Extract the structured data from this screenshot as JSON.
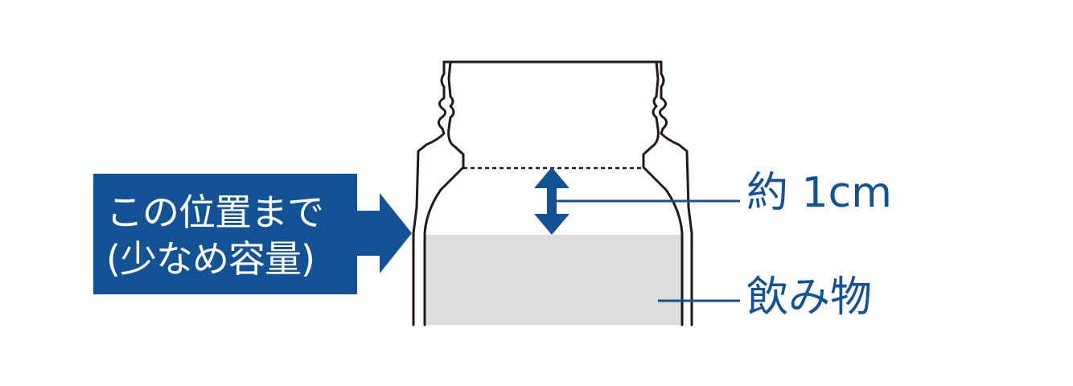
{
  "callout": {
    "line1": "この位置まで",
    "line2": "(少なめ容量)"
  },
  "labels": {
    "gap": "約 1cm",
    "drink": "飲み物"
  },
  "colors": {
    "accent": "#135294",
    "liquid": "#dcdedd",
    "outline": "#231815"
  }
}
